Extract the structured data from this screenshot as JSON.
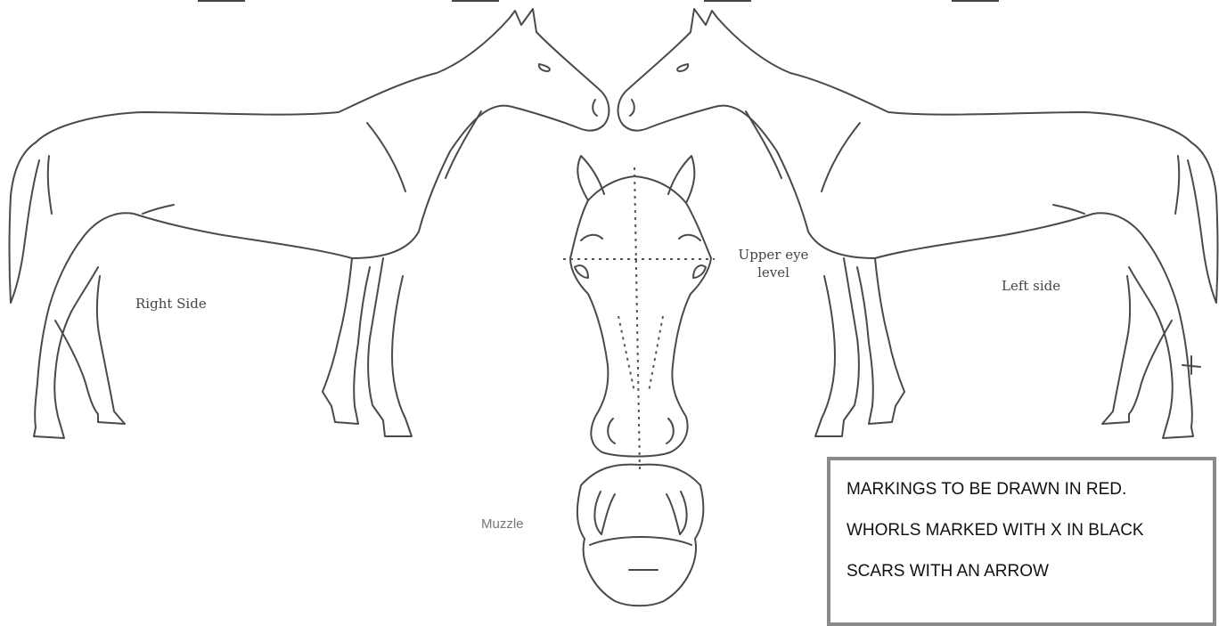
{
  "diagram": {
    "labels": {
      "right_side": "Right Side",
      "left_side": "Left side",
      "upper_eye_line1": "Upper eye",
      "upper_eye_line2": "level",
      "muzzle": "Muzzle"
    },
    "legend": {
      "line1": "MARKINGS TO BE DRAWN IN RED.",
      "line2": "WHORLS MARKED WITH X IN BLACK",
      "line3": "SCARS WITH AN ARROW"
    },
    "colors": {
      "outline": "#4a4a4a",
      "legend_border": "#8a8a8a"
    }
  }
}
